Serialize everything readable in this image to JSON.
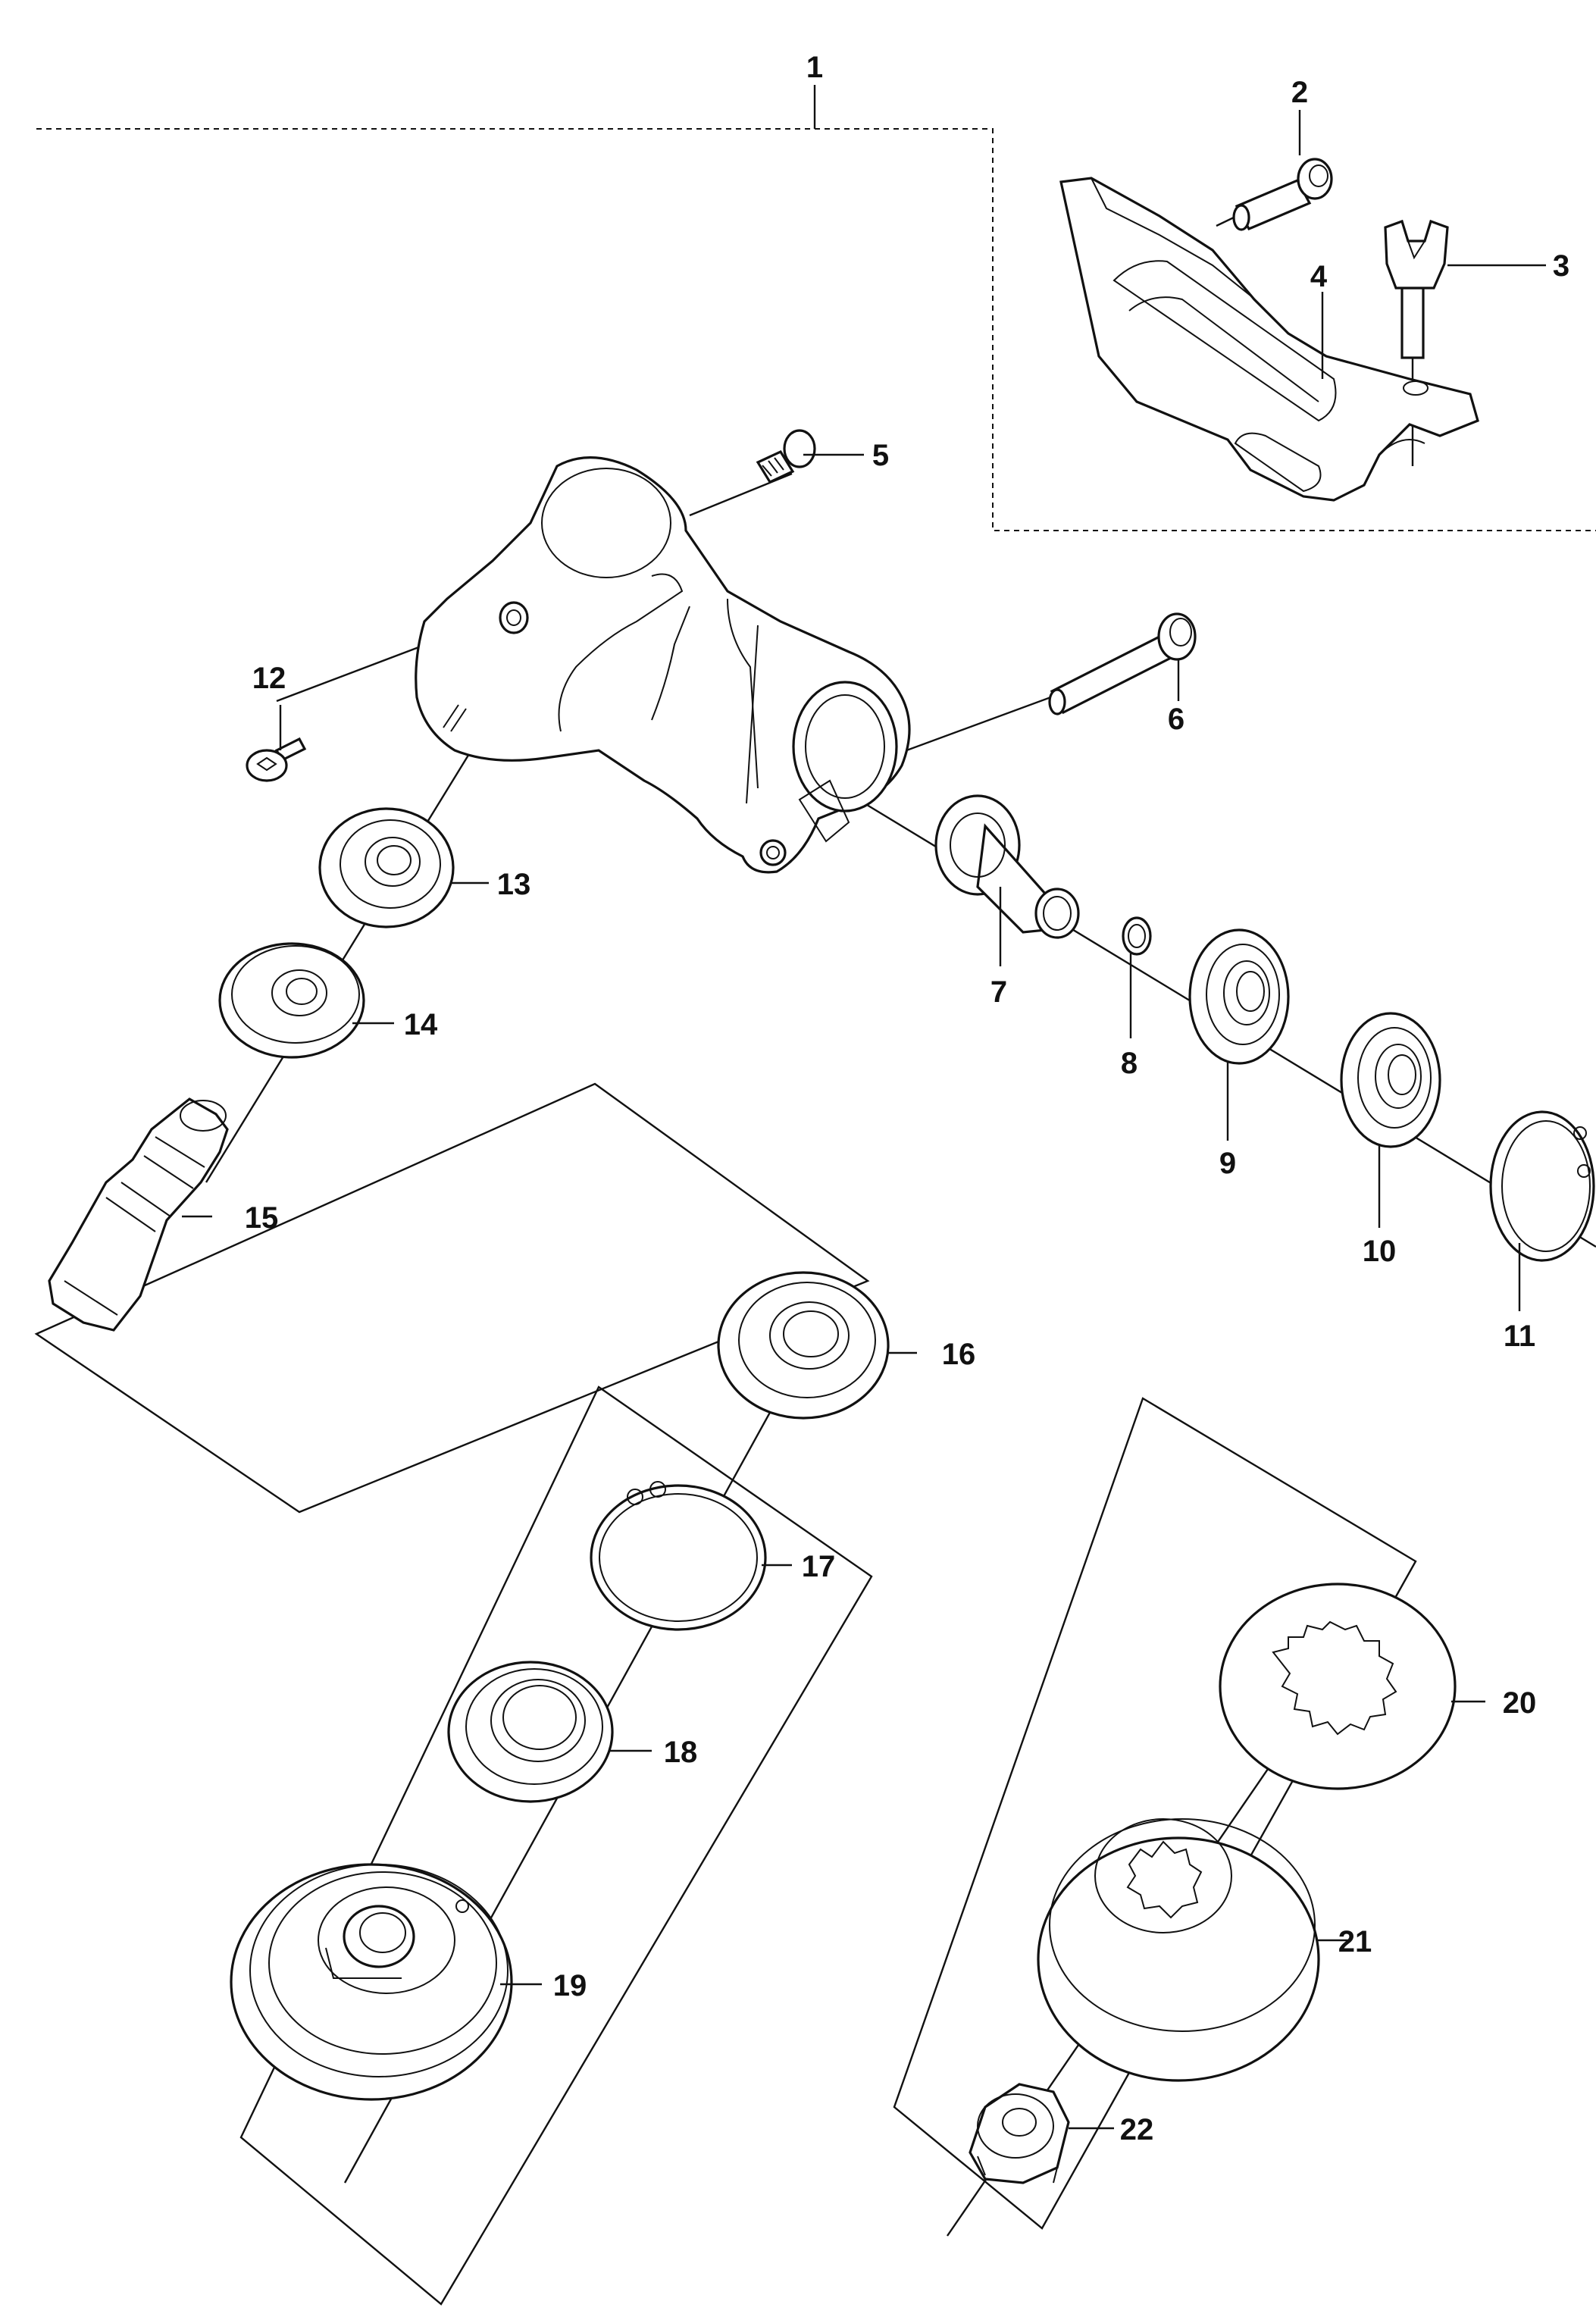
{
  "diagram": {
    "callouts": [
      "1",
      "2",
      "3",
      "4",
      "5",
      "6",
      "7",
      "8",
      "9",
      "10",
      "11",
      "12",
      "13",
      "14",
      "15",
      "16",
      "17",
      "18",
      "19",
      "20",
      "21",
      "22"
    ],
    "line_color": "#111111",
    "background": "#ffffff"
  }
}
